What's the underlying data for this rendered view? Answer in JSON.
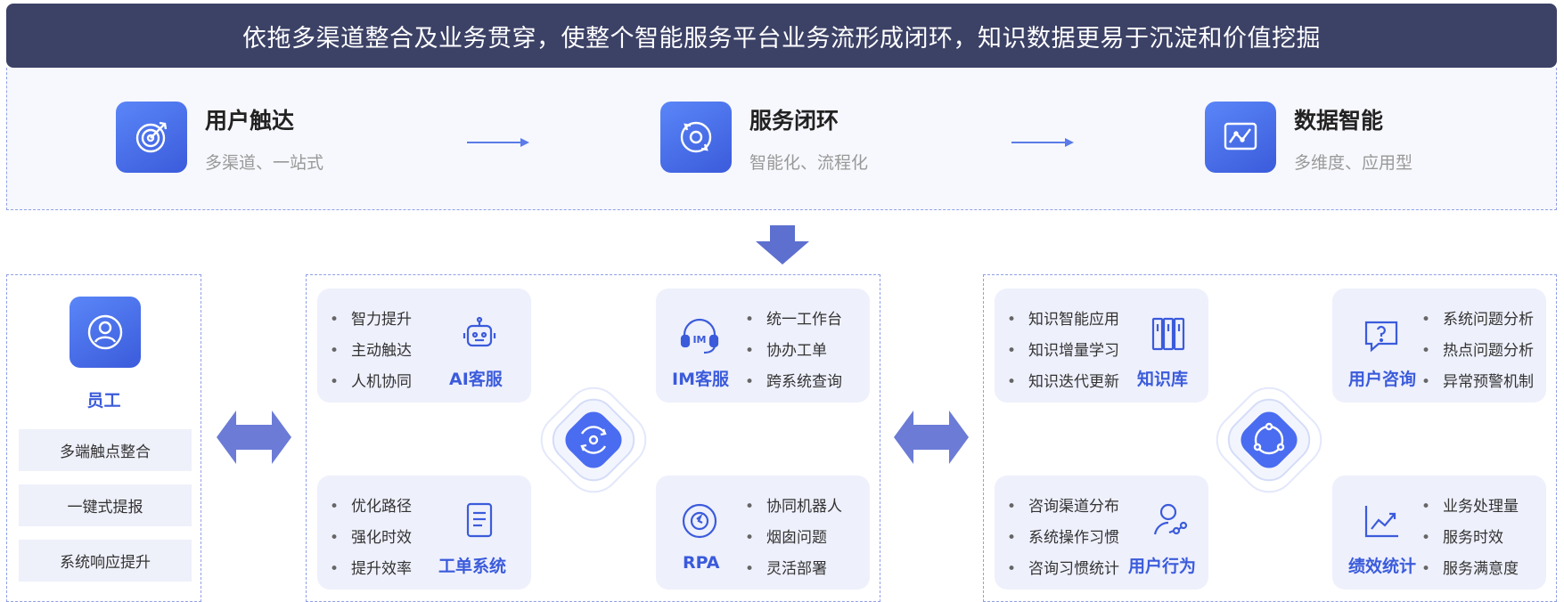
{
  "banner": {
    "title": "依拖多渠道整合及业务贯穿，使整个智能服务平台业务流形成闭环，知识数据更易于沉淀和价值挖掘"
  },
  "stages": [
    {
      "title": "用户触达",
      "subtitle": "多渠道、一站式",
      "icon": "target-icon"
    },
    {
      "title": "服务闭环",
      "subtitle": "智能化、流程化",
      "icon": "cycle-icon"
    },
    {
      "title": "数据智能",
      "subtitle": "多维度、应用型",
      "icon": "chart-icon"
    }
  ],
  "employee": {
    "title": "员工",
    "icon": "user-icon",
    "items": [
      "多端触点整合",
      "一键式提报",
      "系统响应提升"
    ]
  },
  "services": {
    "ai": {
      "label": "AI客服",
      "icon": "robot-icon",
      "items": [
        "智力提升",
        "主动触达",
        "人机协同"
      ]
    },
    "im": {
      "label": "IM客服",
      "icon": "headset-icon",
      "items": [
        "统一工作台",
        "协办工单",
        "跨系统查询"
      ]
    },
    "ticket": {
      "label": "工单系统",
      "icon": "document-icon",
      "items": [
        "优化路径",
        "强化时效",
        "提升效率"
      ]
    },
    "rpa": {
      "label": "RPA",
      "icon": "rpa-icon",
      "items": [
        "协同机器人",
        "烟囱问题",
        "灵活部署"
      ]
    }
  },
  "insights": {
    "kb": {
      "label": "知识库",
      "icon": "books-icon",
      "items": [
        "知识智能应用",
        "知识增量学习",
        "知识迭代更新"
      ]
    },
    "consult": {
      "label": "用户咨询",
      "icon": "question-icon",
      "items": [
        "系统问题分析",
        "热点问题分析",
        "异常预警机制"
      ]
    },
    "behavior": {
      "label": "用户行为",
      "icon": "user-behavior-icon",
      "items": [
        "咨询渠道分布",
        "系统操作习惯",
        "咨询习惯统计"
      ]
    },
    "perf": {
      "label": "绩效统计",
      "icon": "trend-icon",
      "items": [
        "业务处理量",
        "服务时效",
        "服务满意度"
      ]
    }
  },
  "colors": {
    "banner": "#3c4166",
    "accent": "#3b5bdb",
    "card": "#eef0fc",
    "arrow": "#6b7bd6"
  }
}
